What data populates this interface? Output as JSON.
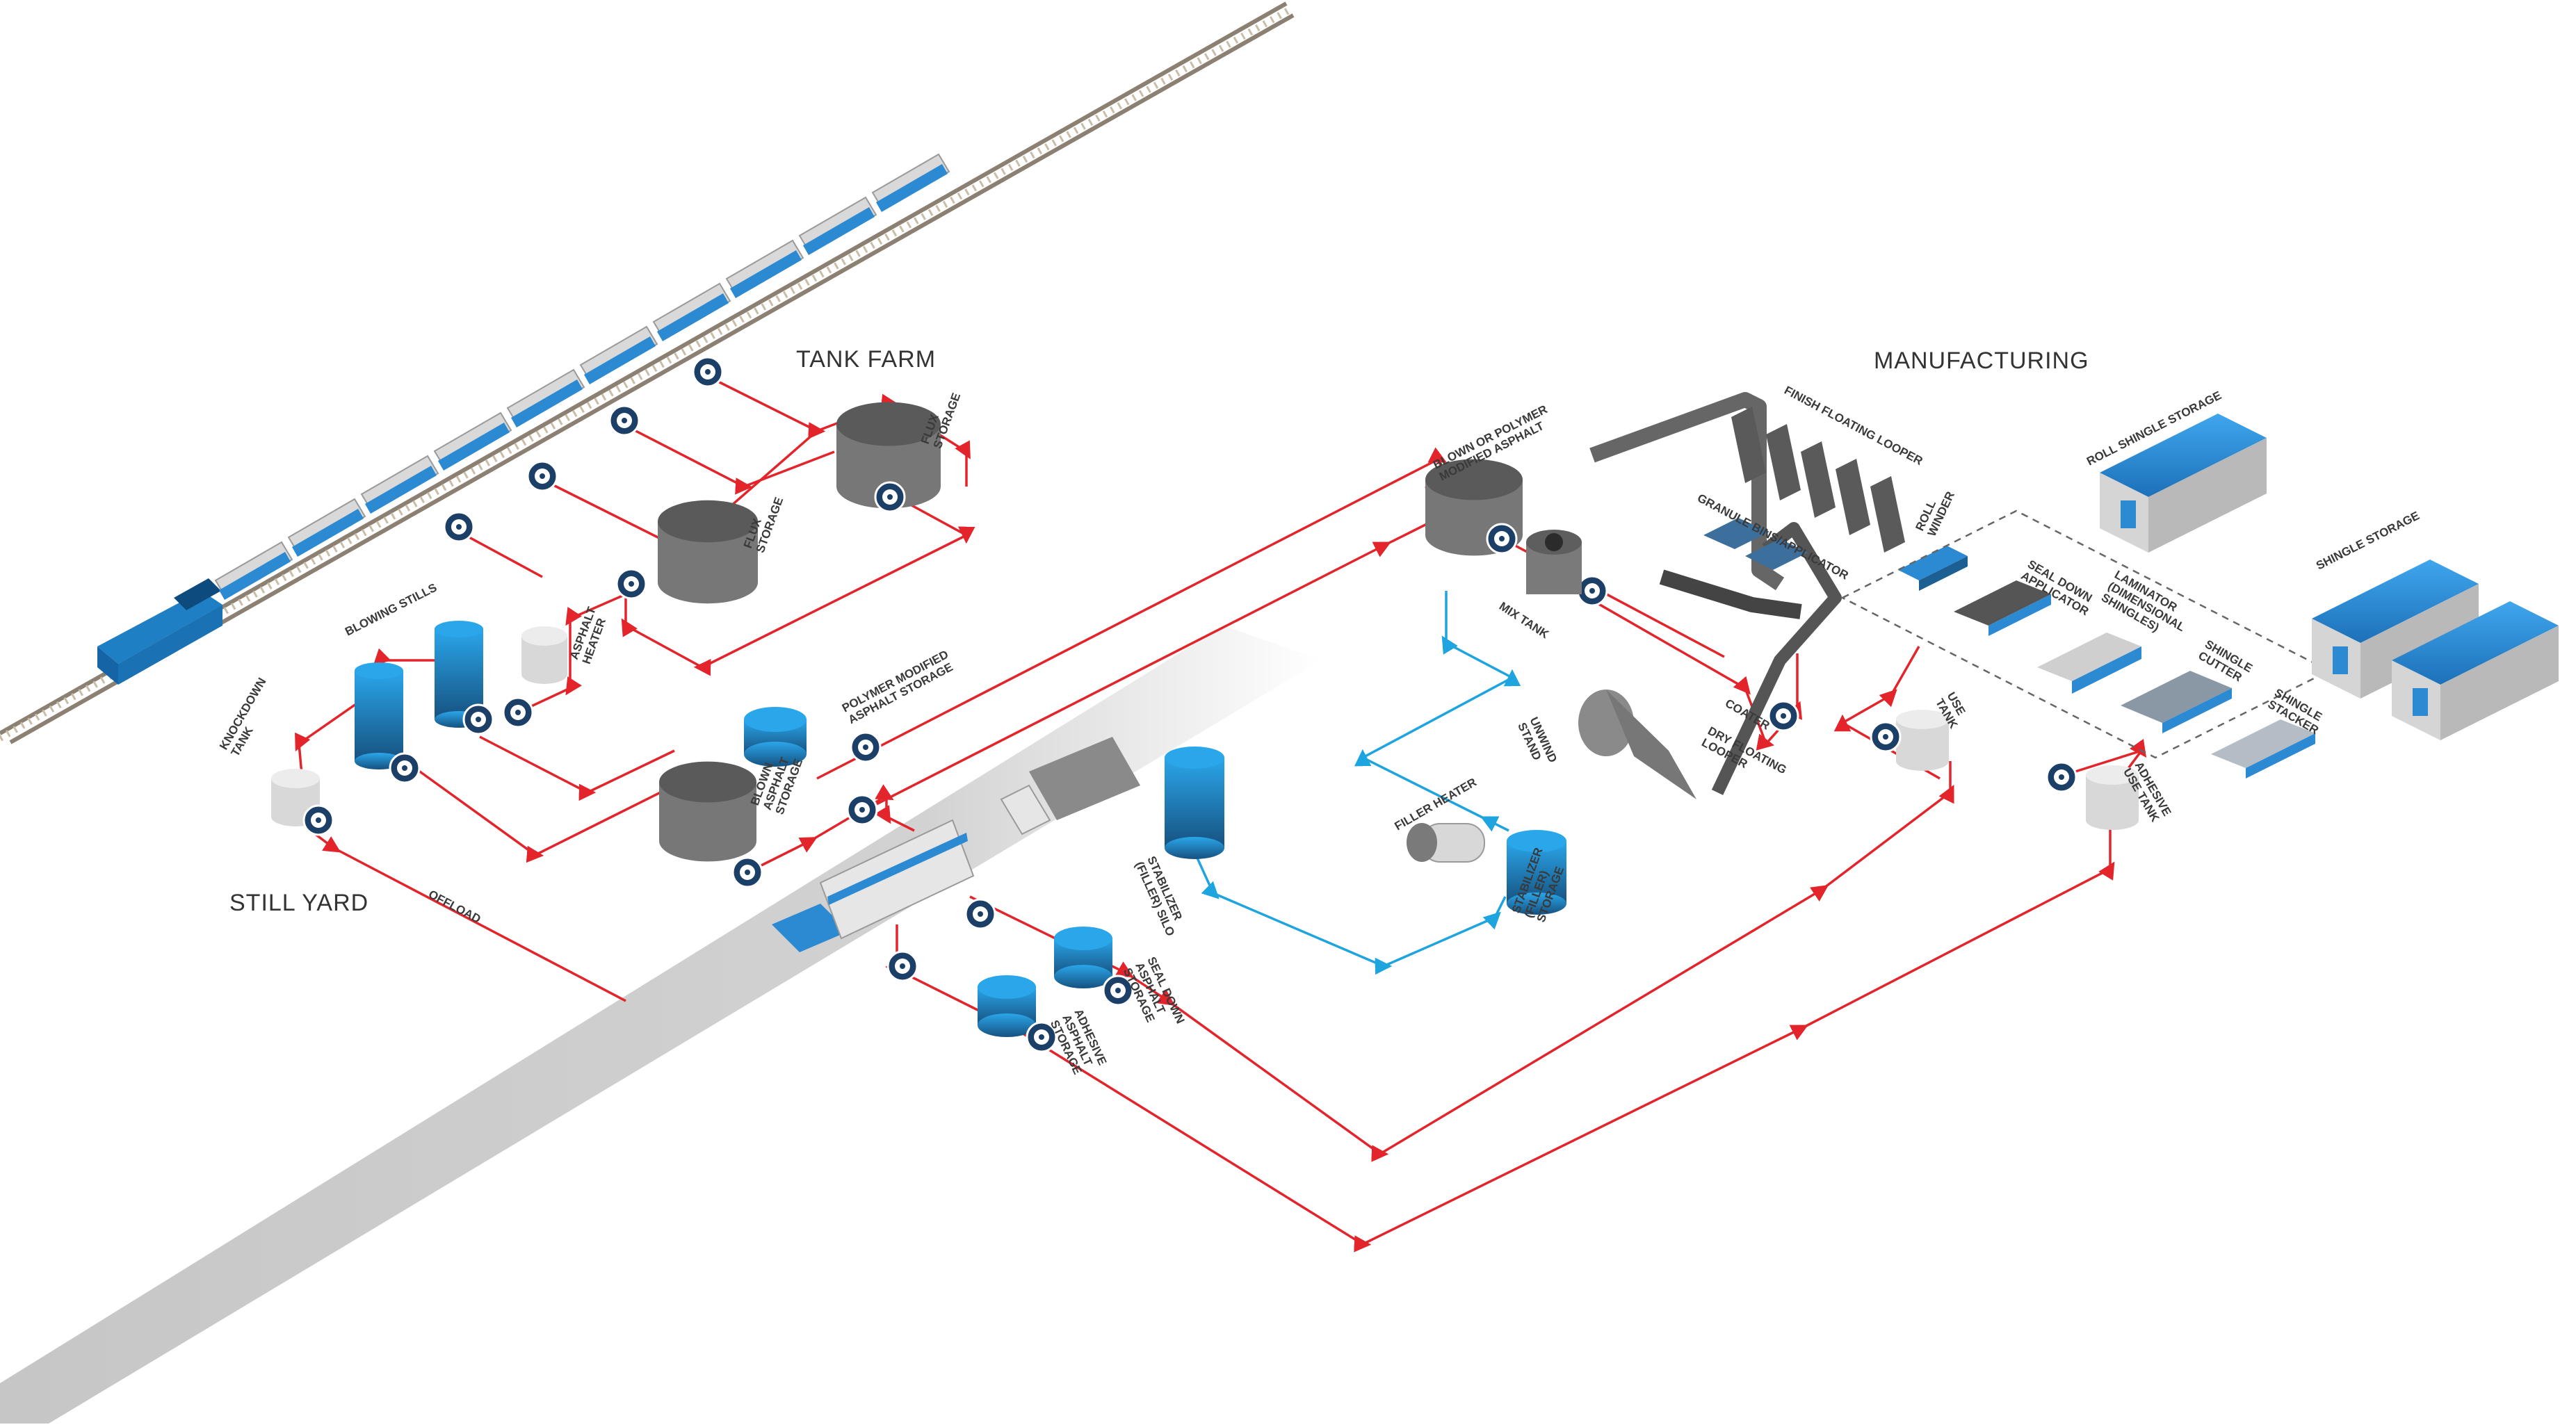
{
  "colors": {
    "asphalt_line": "#e3242b",
    "filler_line": "#1ea4df",
    "brand_blue": "#1f7fc4",
    "tank_grey": "#6f6f6f",
    "road": "#c8c8c8",
    "building_roof": "#2f8fd6"
  },
  "sections": {
    "tank_farm": "TANK FARM",
    "still_yard": "STILL YARD",
    "manufacturing": "MANUFACTURING"
  },
  "labels": {
    "flux_storage_a": [
      "FLUX",
      "STORAGE"
    ],
    "flux_storage_b": [
      "FLUX",
      "STORAGE"
    ],
    "blowing_stills": [
      "BLOWING STILLS"
    ],
    "asphalt_heater": [
      "ASPHALT",
      "HEATER"
    ],
    "knockdown_tank": [
      "KNOCKDOWN",
      "TANK"
    ],
    "offload": [
      "OFFLOAD"
    ],
    "blown_asphalt_storage": [
      "BLOWN",
      "ASPHALT",
      "STORAGE"
    ],
    "polymer_modified_storage": [
      "POLYMER MODIFIED",
      "ASPHALT STORAGE"
    ],
    "blown_or_polymer": [
      "BLOWN OR POLYMER",
      "MODIFIED ASPHALT"
    ],
    "mix_tank": [
      "MIX TANK"
    ],
    "stabilizer_silo": [
      "STABILIZER",
      "(FILLER) SILO"
    ],
    "filler_heater": [
      "FILLER HEATER"
    ],
    "stabilizer_storage": [
      "STABILIZER",
      "(FILLER)",
      "STORAGE"
    ],
    "seal_down_storage": [
      "SEAL DOWN",
      "ASPHALT",
      "STORAGE"
    ],
    "adhesive_storage": [
      "ADHESIVE",
      "ASPHALT",
      "STORAGE"
    ],
    "unwind_stand": [
      "UNWIND",
      "STAND"
    ],
    "coater": [
      "COATER"
    ],
    "dry_floating_looper": [
      "DRY FLOATING",
      "LOOPER"
    ],
    "finish_floating_looper": [
      "FINISH FLOATING LOOPER"
    ],
    "granule_bins": [
      "GRANULE BINS/APPLICATOR"
    ],
    "roll_winder": [
      "ROLL",
      "WINDER"
    ],
    "seal_down_applicator": [
      "SEAL DOWN",
      "APPLICATOR"
    ],
    "laminator": [
      "LAMINATOR",
      "(DIMENSIONAL",
      "SHINGLES)"
    ],
    "shingle_cutter": [
      "SHINGLE",
      "CUTTER"
    ],
    "shingle_stacker": [
      "SHINGLE",
      "STACKER"
    ],
    "use_tank": [
      "USE",
      "TANK"
    ],
    "adhesive_use_tank": [
      "ADHESIVE",
      "USE TANK"
    ],
    "roll_shingle_storage": [
      "ROLL SHINGLE STORAGE"
    ],
    "shingle_storage": [
      "SHINGLE STORAGE"
    ]
  }
}
